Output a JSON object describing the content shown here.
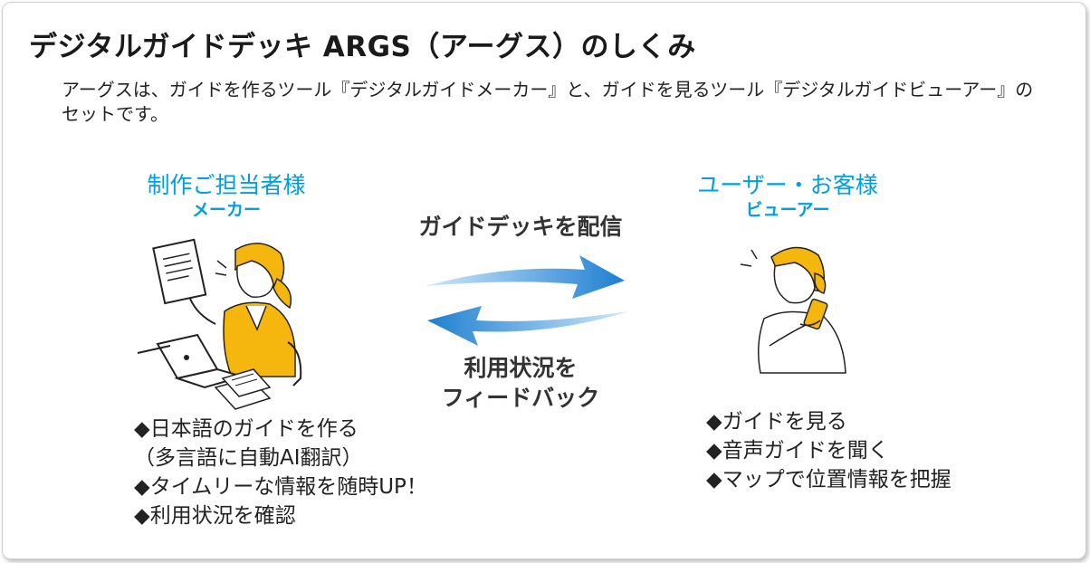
{
  "header": {
    "title": "デジタルガイドデッキ ARGS（アーグス）のしくみ",
    "description": "アーグスは、ガイドを作るツール『デジタルガイドメーカー』と、ガイドを見るツール『デジタルガイドビューアー』のセットです。"
  },
  "maker": {
    "role": "制作ご担当者様",
    "tool": "メーカー",
    "features": [
      "◆日本語のガイドを作る",
      "（多言語に自動AI翻訳）",
      "◆タイムリーな情報を随時UP！",
      "◆利用状況を確認"
    ]
  },
  "viewer": {
    "role": "ユーザー・お客様",
    "tool": "ビューアー",
    "features": [
      "◆ガイドを見る",
      "◆音声ガイドを聞く",
      "◆マップで位置情報を把握"
    ]
  },
  "flows": {
    "deliver": "ガイドデッキを配信",
    "feedback_line1": "利用状況を",
    "feedback_line2": "フィードバック"
  },
  "colors": {
    "accent": "#00a0e0",
    "arrow": "#1e7fd0",
    "figure": "#f5b60d"
  },
  "icons": {
    "maker_illustration": "woman-at-laptop-icon",
    "viewer_illustration": "woman-with-smartphone-icon",
    "deliver_arrow": "arrow-right-icon",
    "feedback_arrow": "arrow-left-icon"
  }
}
